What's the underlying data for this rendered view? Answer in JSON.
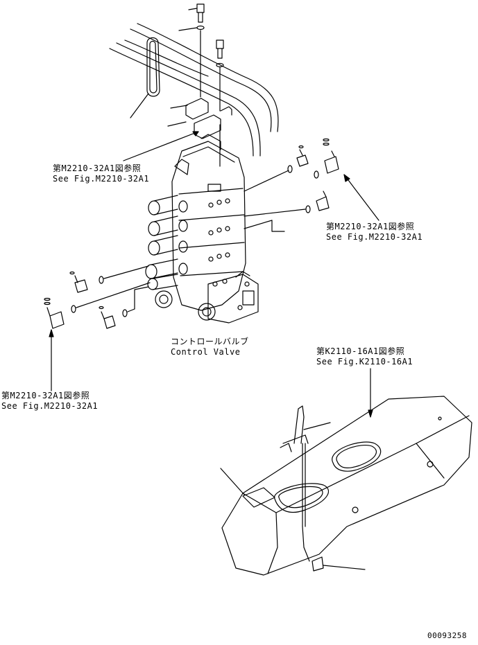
{
  "references": [
    {
      "jp": "第M2210-32A1図参照",
      "en": "See Fig.M2210-32A1"
    },
    {
      "jp": "第M2210-32A1図参照",
      "en": "See Fig.M2210-32A1"
    },
    {
      "jp": "第M2210-32A1図参照",
      "en": "See Fig.M2210-32A1"
    },
    {
      "jp": "第K2110-16A1図参照",
      "en": "See Fig.K2110-16A1"
    }
  ],
  "control_valve": {
    "jp": "コントロールバルブ",
    "en": "Control Valve"
  },
  "drawing_number": "00093258"
}
